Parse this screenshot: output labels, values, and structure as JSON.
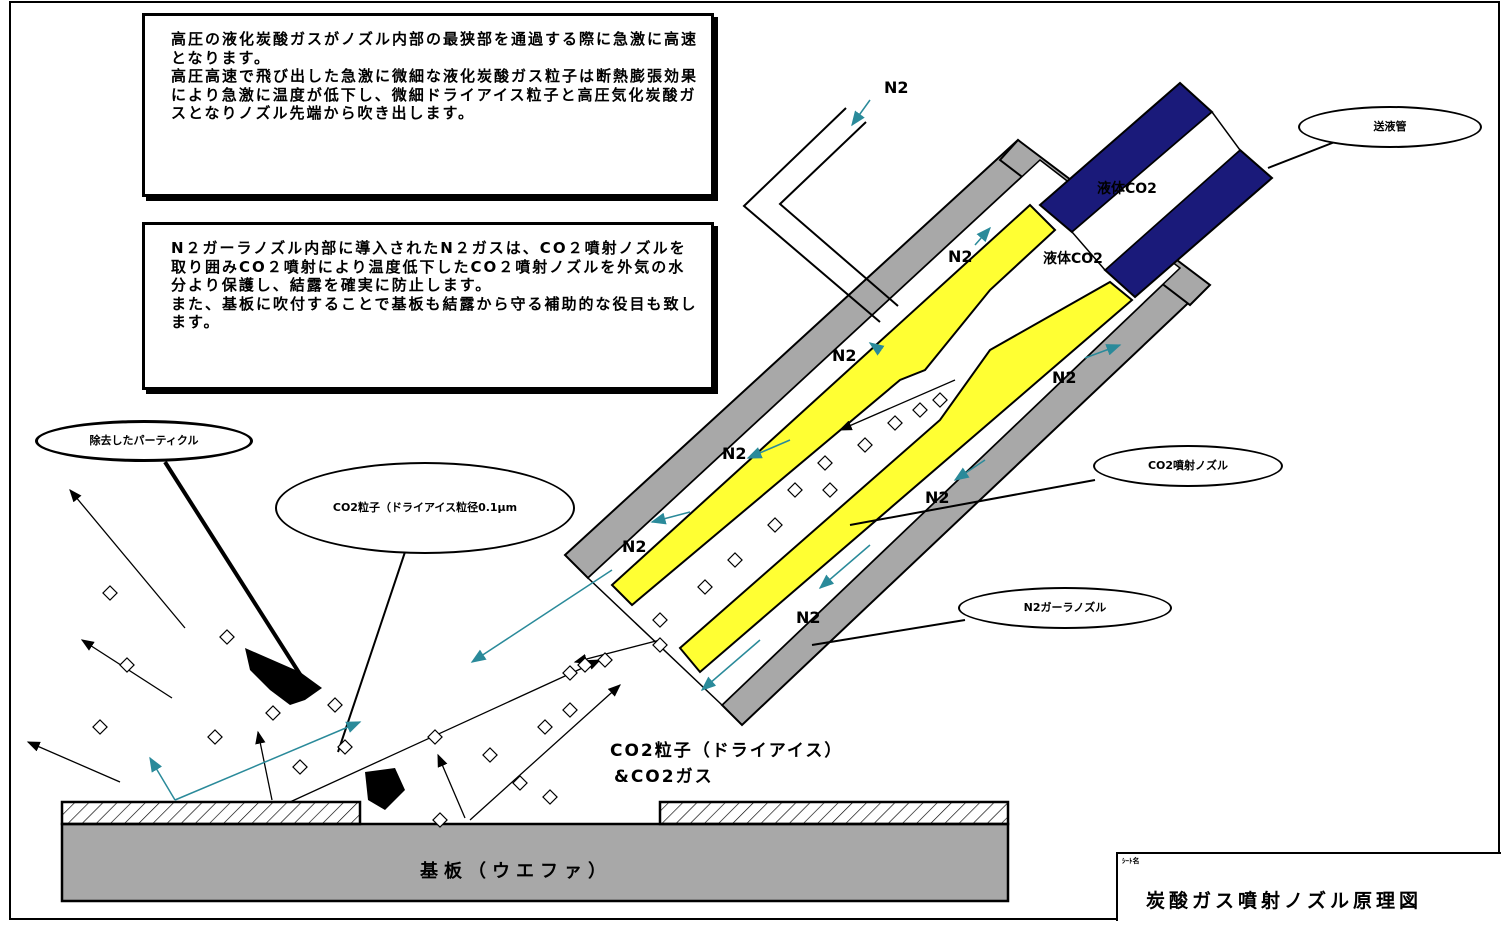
{
  "notes": {
    "note1": "高圧の液化炭酸ガスがノズル内部の最狭部を通過する際に急激に高速となります。\n高圧高速で飛び出した急激に微細な液化炭酸ガス粒子は断熱膨張効果により急激に温度が低下し、微細ドライアイス粒子と高圧気化炭酸ガスとなりノズル先端から吹き出します。",
    "note2": "N２ガーラノズル内部に導入されたN２ガスは、CO２噴射ノズルを取り囲みCO２噴射により温度低下したCO２噴射ノズルを外気の水分より保護し、結露を確実に防止します。\nまた、基板に吹付することで基板も結露から守る補助的な役目も致します。"
  },
  "labels": {
    "n2": "N2",
    "liquid_co2_1": "液体CO2",
    "liquid_co2_2": "液体CO2",
    "co2_particle_label": "CO2粒子（ドライアイス）",
    "co2_gas_label": "&CO2ガス",
    "substrate": "基板（ウエファ）"
  },
  "callouts": {
    "removed_particles": "除去したパーティクル",
    "particle_size": "CO2粒子（ドライアイス粒径0.1μm",
    "feed_pipe": "送液管",
    "co2_nozzle": "CO2噴射ノズル",
    "n2_nozzle": "N2ガーラノズル"
  },
  "title_block": {
    "small": "ｼｰﾄ名",
    "title": "炭酸ガス噴射ノズル原理図"
  },
  "colors": {
    "nozzle_yellow": "#ffff33",
    "pipe_navy": "#1a1a7a",
    "housing_gray": "#a8a8a8",
    "flow_teal": "#2a8a9a"
  }
}
